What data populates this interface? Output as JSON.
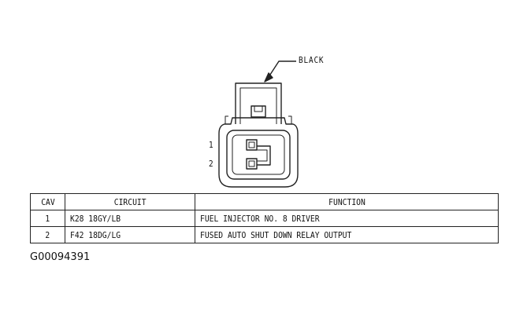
{
  "connector": {
    "callout_label": "BLACK",
    "cavity_labels": [
      "1",
      "2"
    ]
  },
  "table": {
    "headers": {
      "cav": "CAV",
      "circuit": "CIRCUIT",
      "function": "FUNCTION"
    },
    "rows": [
      {
        "cav": "1",
        "circuit": "K28 18GY/LB",
        "function": "FUEL INJECTOR NO. 8 DRIVER"
      },
      {
        "cav": "2",
        "circuit": "F42 18DG/LG",
        "function": "FUSED AUTO SHUT DOWN RELAY OUTPUT"
      }
    ]
  },
  "figure_id": "G00094391"
}
